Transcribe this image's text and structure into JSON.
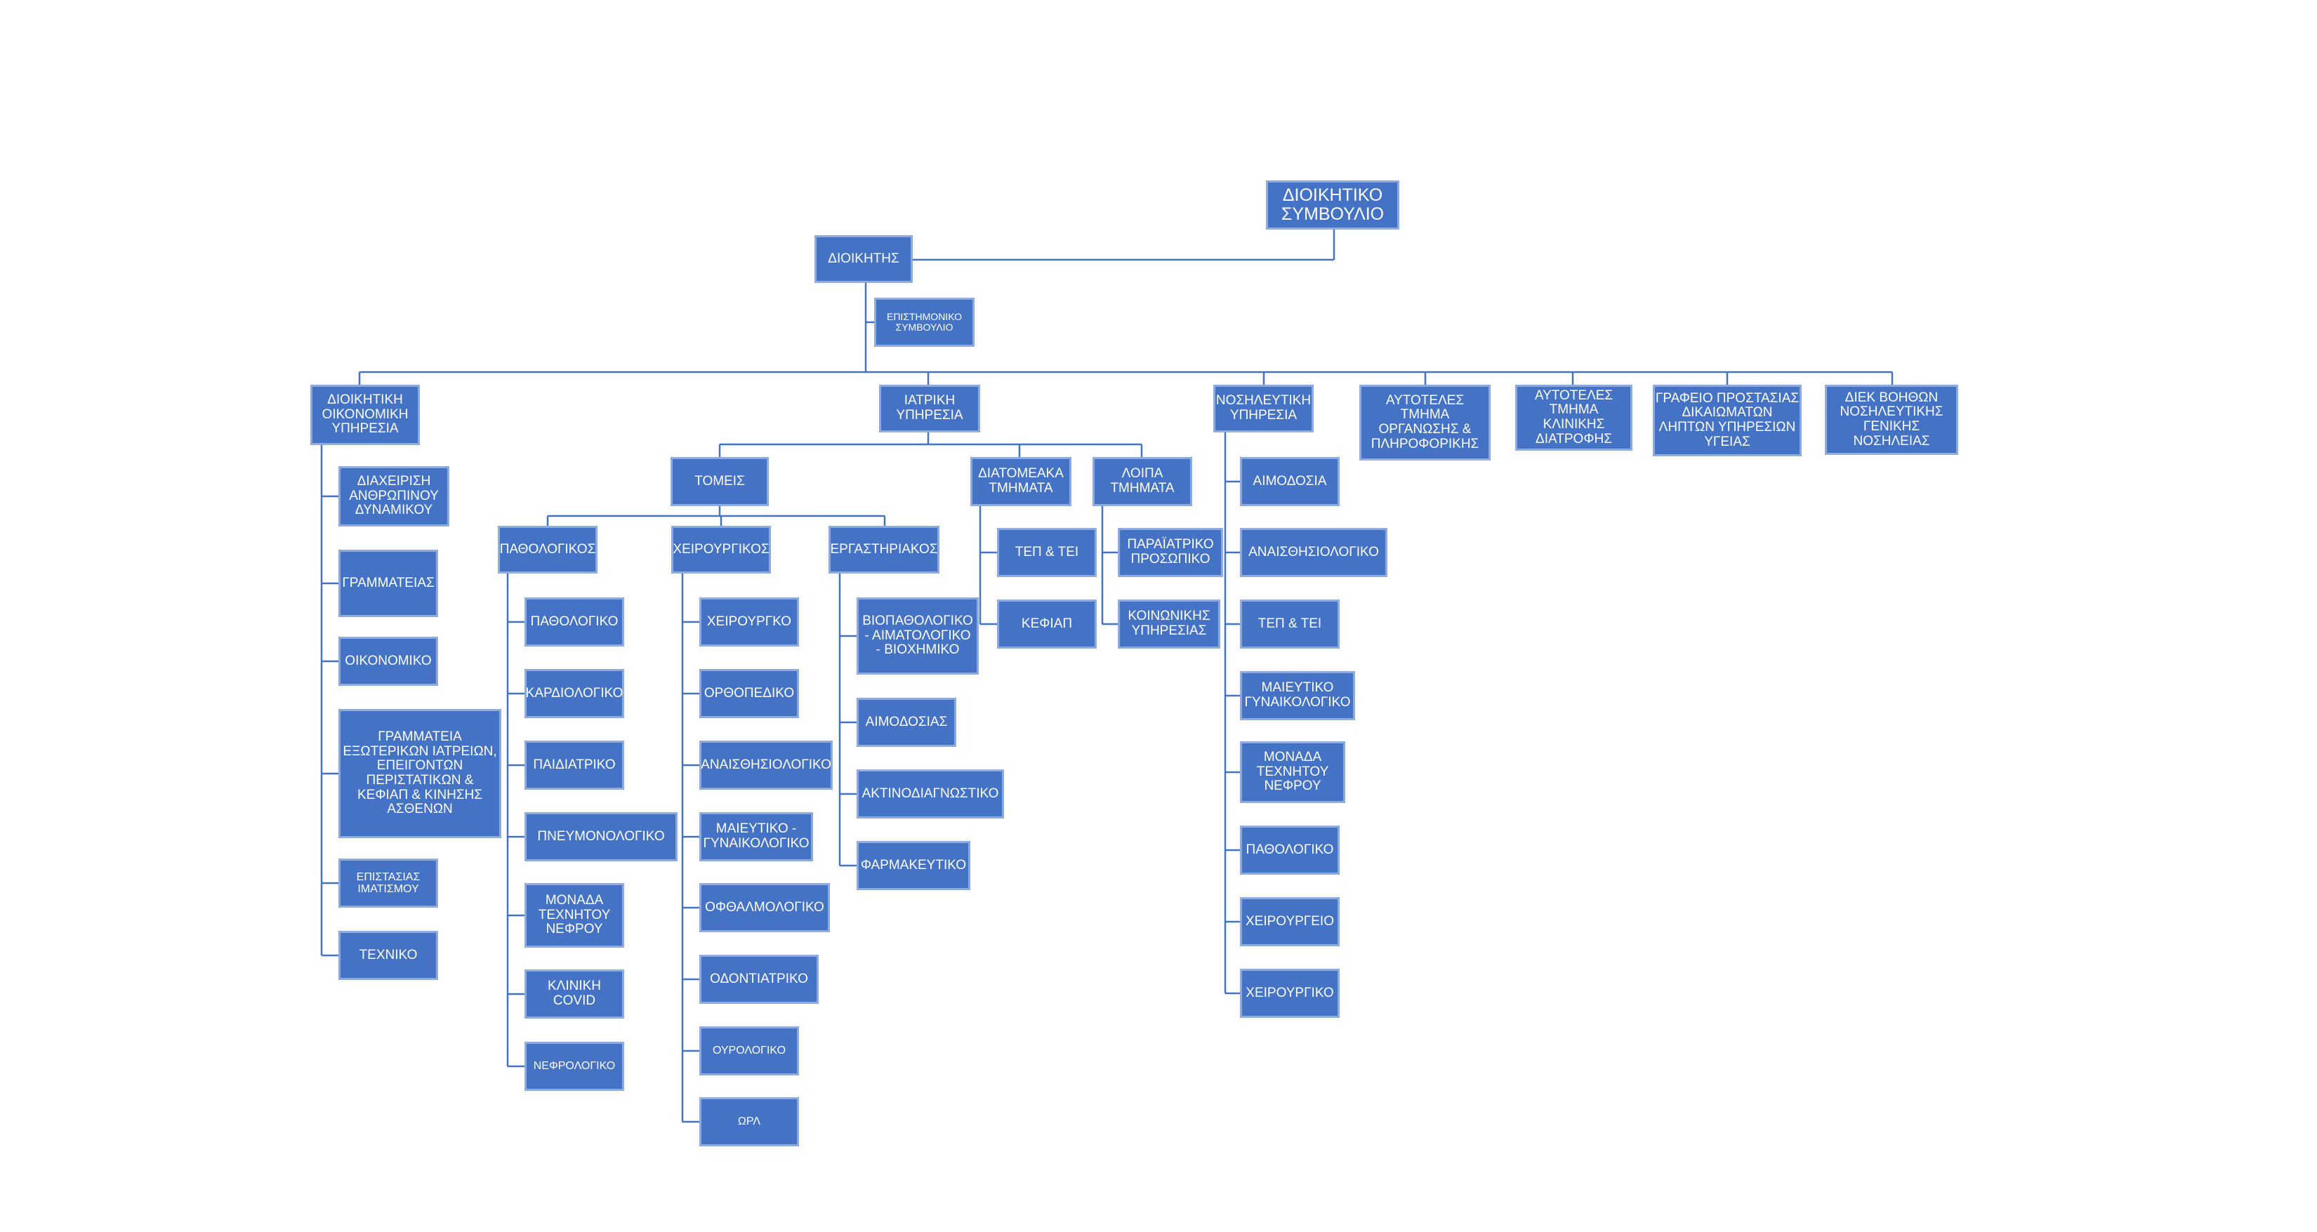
{
  "nodes": {
    "board": "ΔΙΟΙΚΗΤΙΚΟ\nΣΥΜΒΟΥΛΙΟ",
    "director": "ΔΙΟΙΚΗΤΗΣ",
    "scientific_council": "ΕΠΙΣΤΗΜΟΝΙΚΟ\nΣΥΜΒΟΥΛΙΟ",
    "admin_service": "ΔΙΟΙΚΗΤΙΚΗ\nΟΙΚΟΝΟΜΙΚΗ\nΥΠΗΡΕΣΙΑ",
    "admin_hr": "ΔΙΑΧΕΙΡΙΣΗ\nΑΝΘΡΩΠΙΝΟΥ\nΔΥΝΑΜΙΚΟΥ",
    "admin_secretariat": "ΓΡΑΜΜΑΤΕΙΑΣ",
    "admin_finance": "ΟΙΚΟΝΟΜΙΚΟ",
    "admin_outpatient": "ΓΡΑΜΜΑΤΕΙΑ\nΕΞΩΤΕΡΙΚΩΝ ΙΑΤΡΕΙΩΝ,\nΕΠΕΙΓΟΝΤΩΝ\nΠΕΡΙΣΤΑΤΙΚΩΝ &\nΚΕΦΙΑΠ & ΚΙΝΗΣΗΣ\nΑΣΘΕΝΩΝ",
    "admin_linen": "ΕΠΙΣΤΑΣΙΑΣ\nΙΜΑΤΙΣΜΟΥ",
    "admin_technical": "ΤΕΧΝΙΚΟ",
    "medical_service": "ΙΑΤΡΙΚΗ\nΥΠΗΡΕΣΙΑ",
    "sectors": "ΤΟΜΕΙΣ",
    "interdept": "ΔΙΑΤΟΜΕΑΚΑ\nΤΜΗΜΑΤΑ",
    "other_depts": "ΛΟΙΠΑ\nΤΜΗΜΑΤΑ",
    "pathology_sector": "ΠΑΘΟΛΟΓΙΚΟΣ",
    "surgical_sector": "ΧΕΙΡΟΥΡΓΙΚΟΣ",
    "lab_sector": "ΕΡΓΑΣΤΗΡΙΑΚΟΣ",
    "path_items": [
      "ΠΑΘΟΛΟΓΙΚΟ",
      "ΚΑΡΔΙΟΛΟΓΙΚΟ",
      "ΠΑΙΔΙΑΤΡΙΚΟ",
      "ΠΝΕΥΜΟΝΟΛΟΓΙΚΟ",
      "ΜΟΝΑΔΑ\nΤΕΧΝΗΤΟΥ\nΝΕΦΡΟΥ",
      "ΚΛΙΝΙΚΗ\nCOVID",
      "ΝΕΦΡΟΛΟΓΙΚΟ"
    ],
    "surg_items": [
      "ΧΕΙΡΟΥΡΓΚΟ",
      "ΟΡΘΟΠΕΔΙΚΟ",
      "ΑΝΑΙΣΘΗΣΙΟΛΟΓΙΚΟ",
      "ΜΑΙΕΥΤΙΚΟ -\nΓΥΝΑΙΚΟΛΟΓΙΚΟ",
      "ΟΦΘΑΛΜΟΛΟΓΙΚΟ",
      "ΟΔΟΝΤΙΑΤΡΙΚΟ",
      "ΟΥΡΟΛΟΓΙΚΟ",
      "ΩΡΛ"
    ],
    "lab_items": [
      "ΒΙΟΠΑΘΟΛΟΓΙΚΟ\n- ΑΙΜΑΤΟΛΟΓΙΚΟ\n- ΒΙΟΧΗΜΙΚΟ",
      "ΑΙΜΟΔΟΣΙΑΣ",
      "ΑΚΤΙΝΟΔΙΑΓΝΩΣΤΙΚΟ",
      "ΦΑΡΜΑΚΕΥΤΙΚΟ"
    ],
    "interdept_items": [
      "ΤΕΠ & ΤΕΙ",
      "ΚΕΦΙΑΠ"
    ],
    "other_items": [
      "ΠΑΡΑΪΑΤΡΙΚΟ\nΠΡΟΣΩΠΙΚΟ",
      "ΚΟΙΝΩΝΙΚΗΣ\nΥΠΗΡΕΣΙΑΣ"
    ],
    "nursing_service": "ΝΟΣΗΛΕΥΤΙΚΗ\nΥΠΗΡΕΣΙΑ",
    "nursing_items": [
      "ΑΙΜΟΔΟΣΙΑ",
      "ΑΝΑΙΣΘΗΣΙΟΛΟΓΙΚΟ",
      "ΤΕΠ & ΤΕΙ",
      "ΜΑΙΕΥΤΙΚΟ\nΓΥΝΑΙΚΟΛΟΓΙΚΟ",
      "ΜΟΝΑΔΑ\nΤΕΧΝΗΤΟΥ\nΝΕΦΡΟΥ",
      "ΠΑΘΟΛΟΓΙΚΟ",
      "ΧΕΙΡΟΥΡΓΕΙΟ",
      "ΧΕΙΡΟΥΡΓΙΚΟ"
    ],
    "it_dept": "ΑΥΤΟΤΕΛΕΣ\nΤΜΗΜΑ\nΟΡΓΑΝΩΣΗΣ &\nΠΛΗΡΟΦΟΡΙΚΗΣ",
    "nutrition_dept": "ΑΥΤΟΤΕΛΕΣ\nΤΜΗΜΑ\nΚΛΙΝΙΚΗΣ\nΔΙΑΤΡΟΦΗΣ",
    "rights_office": "ΓΡΑΦΕΙΟ ΠΡΟΣΤΑΣΙΑΣ\nΔΙΚΑΙΩΜΑΤΩΝ\nΛΗΠΤΩΝ ΥΠΗΡΕΣΙΩΝ\nΥΓΕΙΑΣ",
    "nursing_director": "ΔΙΕΚ ΒΟΗΘΩΝ\nΝΟΣΗΛΕΥΤΙΚΗΣ\nΓΕΝΙΚΗΣ\nΝΟΣΗΛΕΙΑΣ"
  },
  "colors": {
    "box_fill": "#4472c4",
    "box_border": "#8faadc",
    "line": "#4472c4",
    "text": "#ffffff"
  }
}
